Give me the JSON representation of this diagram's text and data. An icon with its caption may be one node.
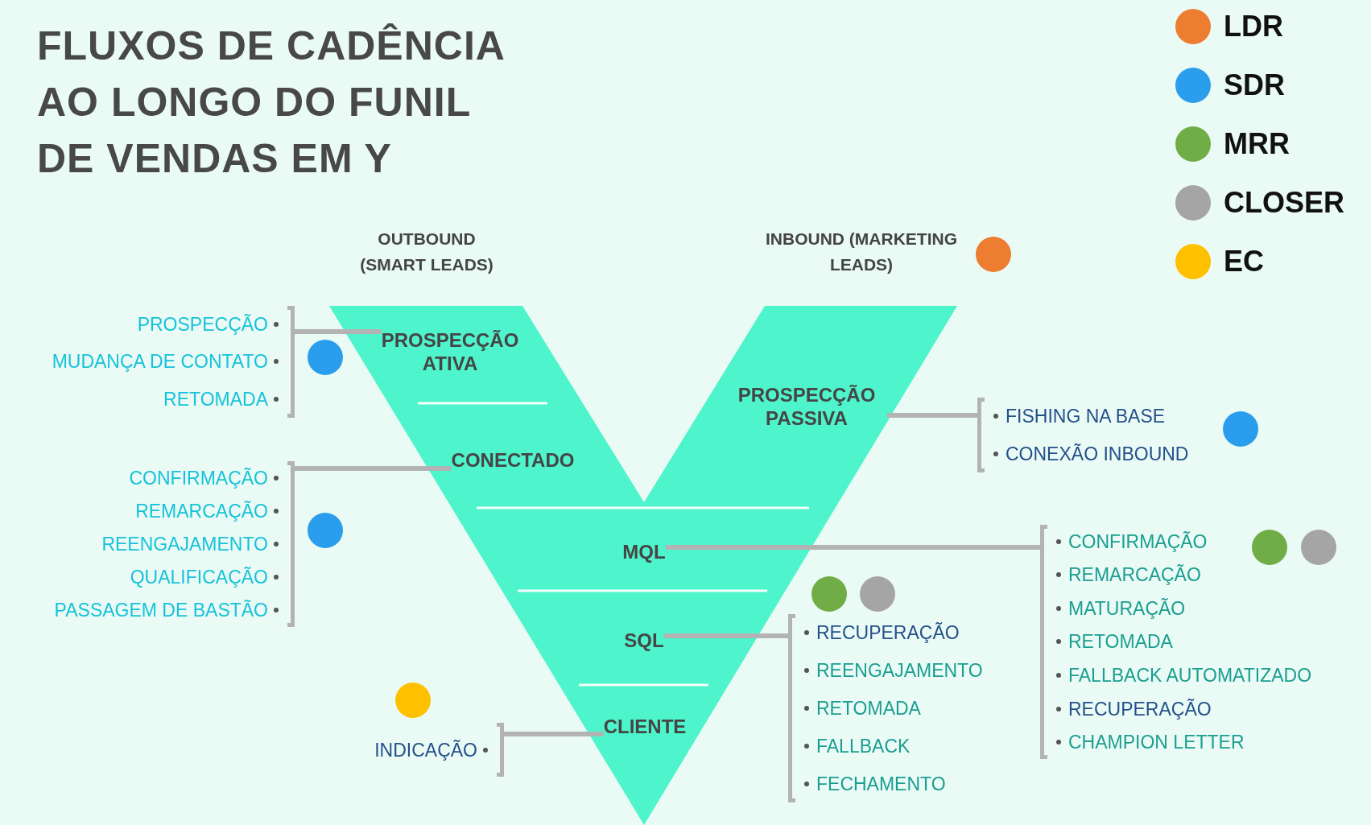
{
  "diagram": {
    "title": "FLUXOS DE CADÊNCIA AO LONGO DO FUNIL DE VENDAS EM Y",
    "nodes": [
      {
        "text": [
          "PROSPECÇÃO ATIVA"
        ]
      },
      {
        "text": [
          "PROSPECÇÃO PASSIVA"
        ]
      },
      {
        "text": [
          "CONECTADO"
        ]
      },
      {
        "text": [
          "MQL"
        ]
      },
      {
        "text": [
          "SQL"
        ]
      },
      {
        "text": [
          "CLIENTE"
        ]
      },
      {
        "text": [
          "PROSPECÇÃO",
          "MUDANÇA DE CONTATO",
          "RETOMADA"
        ]
      },
      {
        "text": [
          "FISHING NA BASE",
          "CONEXÃO INBOUND"
        ]
      },
      {
        "text": [
          "CONFIRMAÇÃO",
          "REMARCAÇÃO",
          "REENGAJAMENTO",
          "QUALIFICAÇÃO",
          "PASSAGEM DE BASTÃO"
        ]
      },
      {
        "text": [
          "CONFIRMAÇÃO",
          "REMARCAÇÃO",
          "MATURAÇÃO",
          "RETOMADA",
          "FALLBACK AUTOMATIZADO",
          "RECUPERAÇÃO",
          "CHAMPION LETTER"
        ]
      },
      {
        "text": [
          "RECUPERAÇÃO",
          "REENGAJAMENTO",
          "RETOMADA",
          "FALLBACK",
          "FECHAMENTO"
        ]
      },
      {
        "text": [
          "INDICAÇÃO"
        ]
      }
    ],
    "edges": [
      {
        "from": 0,
        "to": 6,
        "arrow": "none"
      },
      {
        "from": 1,
        "to": 7,
        "arrow": "none"
      },
      {
        "from": 2,
        "to": 8,
        "arrow": "none"
      },
      {
        "from": 3,
        "to": 9,
        "arrow": "none"
      },
      {
        "from": 4,
        "to": 10,
        "arrow": "none"
      },
      {
        "from": 5,
        "to": 11,
        "arrow": "none"
      }
    ],
    "labels": [
      "OUTBOUND (SMART LEADS)",
      "INBOUND (MARKETING LEADS)"
    ],
    "legend": [
      {
        "text": "LDR",
        "color": "#ed7d31"
      },
      {
        "text": "SDR",
        "color": "#2b9ded"
      },
      {
        "text": "MRR",
        "color": "#70ad47"
      },
      {
        "text": "CLOSER",
        "color": "#a5a5a5"
      },
      {
        "text": "EC",
        "color": "#ffc000"
      }
    ]
  }
}
